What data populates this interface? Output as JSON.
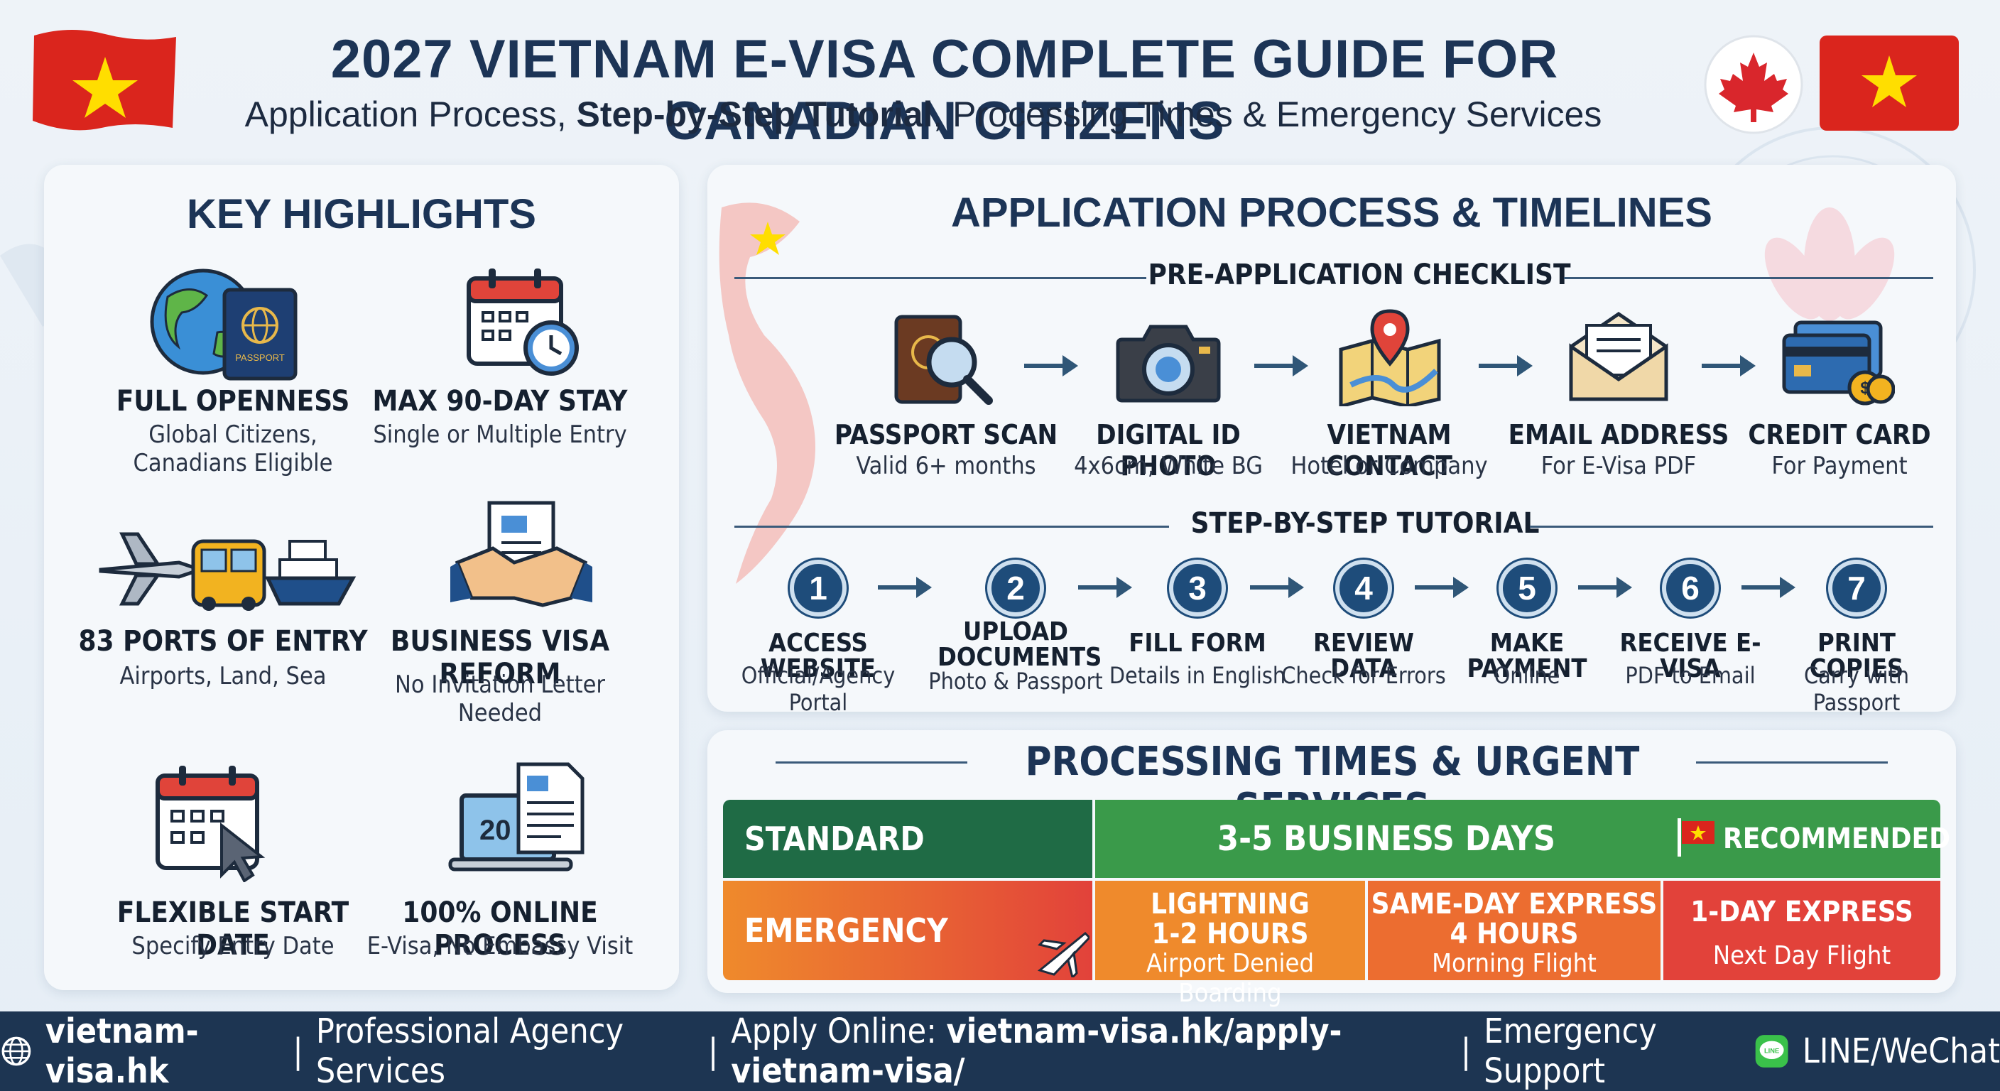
{
  "header": {
    "title": "2027 VIETNAM E-VISA COMPLETE GUIDE FOR CANADIAN CITIZENS",
    "subtitle_part1": "Application Process, ",
    "subtitle_bold": "Step-by-Step Tutorial",
    "subtitle_part2": ", Processing Times & Emergency Services"
  },
  "highlights": {
    "title": "KEY HIGHLIGHTS",
    "items": [
      {
        "title": "FULL OPENNESS",
        "sub1": "Global Citizens,",
        "sub2": "Canadians Eligible",
        "icon": "globe-passport-icon"
      },
      {
        "title": "MAX 90-DAY STAY",
        "sub1": "Single or Multiple Entry",
        "sub2": "",
        "icon": "calendar-clock-icon"
      },
      {
        "title": "83 PORTS OF ENTRY",
        "sub1": "Airports, Land, Sea",
        "sub2": "",
        "icon": "plane-bus-ship-icon"
      },
      {
        "title": "BUSINESS VISA REFORM",
        "sub1": "No Invitation Letter Needed",
        "sub2": "",
        "icon": "handshake-document-icon"
      },
      {
        "title": "FLEXIBLE START DATE",
        "sub1": "Specify Entry Date",
        "sub2": "",
        "icon": "calendar-cursor-icon"
      },
      {
        "title": "100% ONLINE PROCESS",
        "sub1": "E-Visa, No Embassy Visit",
        "sub2": "",
        "icon": "laptop-document-icon"
      }
    ],
    "passport_label": "PASSPORT",
    "laptop_text": "20"
  },
  "application": {
    "title": "APPLICATION PROCESS & TIMELINES",
    "checklist_label": "PRE-APPLICATION CHECKLIST",
    "checklist": [
      {
        "title": "PASSPORT SCAN",
        "sub": "Valid 6+ months",
        "icon": "passport-magnifier-icon"
      },
      {
        "title": "DIGITAL ID PHOTO",
        "sub": "4x6cm, White BG",
        "icon": "camera-icon"
      },
      {
        "title": "VIETNAM CONTACT",
        "sub": "Hotel or Company",
        "icon": "map-pin-icon"
      },
      {
        "title": "EMAIL ADDRESS",
        "sub": "For E-Visa PDF",
        "icon": "envelope-icon"
      },
      {
        "title": "CREDIT CARD",
        "sub": "For Payment",
        "icon": "credit-card-icon"
      }
    ],
    "tutorial_label": "STEP-BY-STEP TUTORIAL",
    "steps": [
      {
        "num": "1",
        "title": "ACCESS WEBSITE",
        "sub": "Official/Agency Portal"
      },
      {
        "num": "2",
        "title": "UPLOAD DOCUMENTS",
        "sub": "Photo & Passport"
      },
      {
        "num": "3",
        "title": "FILL FORM",
        "sub": "Details in English"
      },
      {
        "num": "4",
        "title": "REVIEW DATA",
        "sub": "Check for Errors"
      },
      {
        "num": "5",
        "title": "MAKE PAYMENT",
        "sub": "Online"
      },
      {
        "num": "6",
        "title": "RECEIVE E-VISA",
        "sub": "PDF to Email"
      },
      {
        "num": "7",
        "title": "PRINT COPIES",
        "sub": "Carry with Passport"
      }
    ]
  },
  "processing": {
    "title": "PROCESSING TIMES & URGENT SERVICES",
    "standard_label": "STANDARD PROCESSING",
    "standard_time": "3-5 BUSINESS DAYS",
    "recommended": "RECOMMENDED",
    "emergency_label": "EMERGENCY SERVICES",
    "options": [
      {
        "line1": "LIGHTNING",
        "line2": "1-2 HOURS",
        "line3": "Airport Denied Boarding"
      },
      {
        "line1": "SAME-DAY EXPRESS",
        "line2": "4 HOURS",
        "line3": "Morning Flight"
      },
      {
        "line1": "1-DAY EXPRESS",
        "line2": "",
        "line3": "Next Day Flight"
      }
    ]
  },
  "footer": {
    "site": "vietnam-visa.hk",
    "sep": "|",
    "services": "Professional Agency Services",
    "apply_prefix": "Apply Online: ",
    "apply_url": "vietnam-visa.hk/apply-vietnam-visa/",
    "support": "Emergency Support",
    "chat": "LINE/WeChat",
    "line_badge": "LINE"
  },
  "colors": {
    "navy": "#1c3456",
    "green": "#3a9a4a",
    "dark_green": "#1f6b45",
    "orange": "#ef8a2c",
    "red": "#e2423a",
    "vn_red": "#da251d",
    "vn_yellow": "#ffde00"
  }
}
